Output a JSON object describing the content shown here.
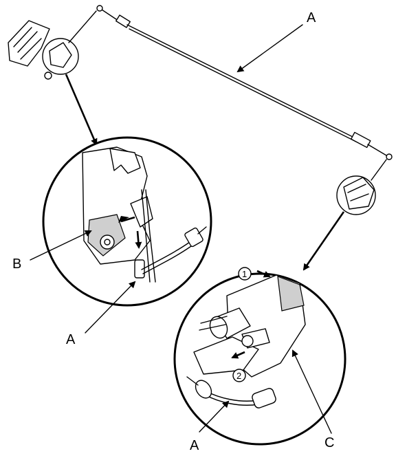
{
  "labels": {
    "cable_top": "A",
    "cable_left_detail": "A",
    "cable_right_detail": "A",
    "lever_bracket": "B",
    "latch_clip": "C"
  },
  "steps": {
    "first": "1",
    "second": "2"
  },
  "colors": {
    "ink": "#000000",
    "paper": "#ffffff",
    "shade": "#cfcfcf"
  }
}
